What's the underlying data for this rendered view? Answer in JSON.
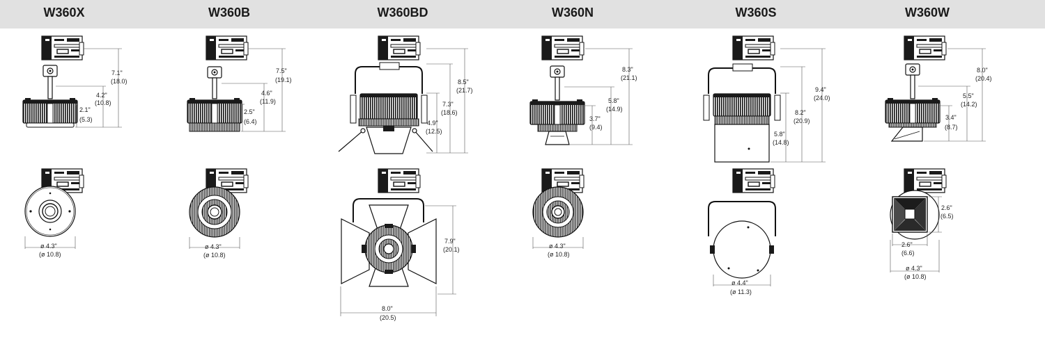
{
  "models": [
    {
      "name": "W360X",
      "side_dims": [
        {
          "in": "7.1\"",
          "cm": "(18.0)"
        },
        {
          "in": "4.2\"",
          "cm": "(10.8)"
        },
        {
          "in": "2.1\"",
          "cm": "(5.3)"
        }
      ],
      "front_dims": [
        {
          "in": "ø 4.3\"",
          "cm": "(ø 10.8)"
        }
      ]
    },
    {
      "name": "W360B",
      "side_dims": [
        {
          "in": "7.5\"",
          "cm": "(19.1)"
        },
        {
          "in": "4.6\"",
          "cm": "(11.9)"
        },
        {
          "in": "2.5\"",
          "cm": "(6.4)"
        }
      ],
      "front_dims": [
        {
          "in": "ø 4.3\"",
          "cm": "(ø 10.8)"
        }
      ]
    },
    {
      "name": "W360BD",
      "side_dims": [
        {
          "in": "8.5\"",
          "cm": "(21.7)"
        },
        {
          "in": "7.3\"",
          "cm": "(18.6)"
        },
        {
          "in": "4.9\"",
          "cm": "(12.5)"
        }
      ],
      "front_dims": [
        {
          "in": "7.9\"",
          "cm": "(20.1)"
        },
        {
          "in": "8.0\"",
          "cm": "(20.5)"
        }
      ]
    },
    {
      "name": "W360N",
      "side_dims": [
        {
          "in": "8.3\"",
          "cm": "(21.1)"
        },
        {
          "in": "5.8\"",
          "cm": "(14.9)"
        },
        {
          "in": "3.7\"",
          "cm": "(9.4)"
        }
      ],
      "front_dims": [
        {
          "in": "ø 4.3\"",
          "cm": "(ø 10.8)"
        }
      ]
    },
    {
      "name": "W360S",
      "side_dims": [
        {
          "in": "9.4\"",
          "cm": "(24.0)"
        },
        {
          "in": "8.2\"",
          "cm": "(20.9)"
        },
        {
          "in": "5.8\"",
          "cm": "(14.8)"
        }
      ],
      "front_dims": [
        {
          "in": "ø 4.4\"",
          "cm": "(ø 11.3)"
        }
      ]
    },
    {
      "name": "W360W",
      "side_dims": [
        {
          "in": "8.0\"",
          "cm": "(20.4)"
        },
        {
          "in": "5.5\"",
          "cm": "(14.2)"
        },
        {
          "in": "3.4\"",
          "cm": "(8.7)"
        }
      ],
      "front_dims": [
        {
          "in": "2.6\"",
          "cm": "(6.5)"
        },
        {
          "in": "2.6\"",
          "cm": "(6.6)"
        },
        {
          "in": "ø 4.3\"",
          "cm": "(ø 10.8)"
        }
      ]
    }
  ]
}
